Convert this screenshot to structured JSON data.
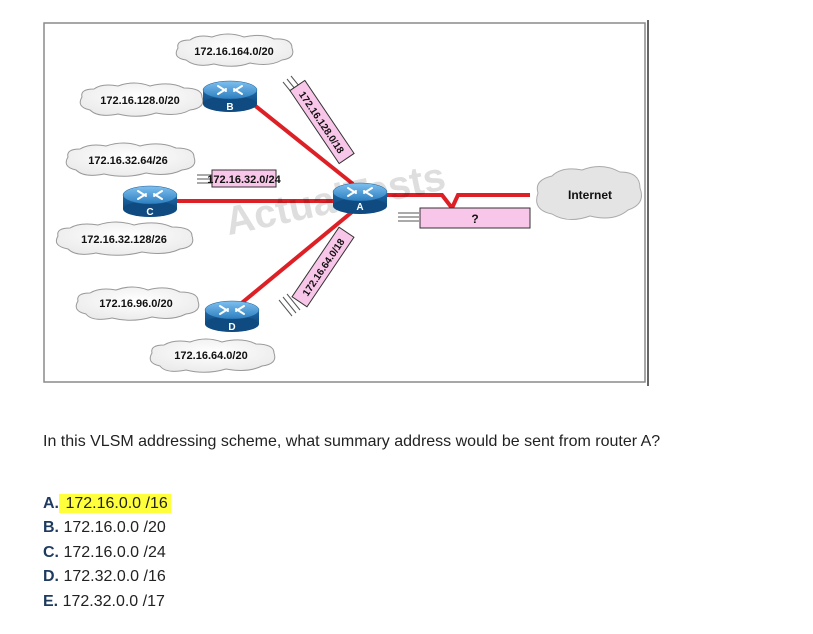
{
  "diagram": {
    "watermark": "ActualTests",
    "networks": {
      "b_top": "172.16.164.0/20",
      "b_left": "172.16.128.0/20",
      "c_top": "172.16.32.64/26",
      "c_bottom": "172.16.32.128/26",
      "d_left": "172.16.96.0/20",
      "d_bottom": "172.16.64.0/20"
    },
    "links": {
      "a_b": "172.16.128.0/18",
      "a_c": "172.16.32.0/24",
      "a_d": "172.16.64.0/18",
      "a_internet": "?"
    },
    "routers": {
      "a": "A",
      "b": "B",
      "c": "C",
      "d": "D"
    },
    "internet_label": "Internet"
  },
  "question": "In this VLSM addressing scheme, what summary address would be sent from router A?",
  "options": [
    {
      "letter": "A.",
      "text": "172.16.0.0 /16",
      "highlighted": true
    },
    {
      "letter": "B.",
      "text": "172.16.0.0 /20",
      "highlighted": false
    },
    {
      "letter": "C.",
      "text": "172.16.0.0 /24",
      "highlighted": false
    },
    {
      "letter": "D.",
      "text": "172.32.0.0 /16",
      "highlighted": false
    },
    {
      "letter": "E.",
      "text": "172.32.0.0 /17",
      "highlighted": false
    }
  ],
  "colors": {
    "link_line": "#dd1f26",
    "highlight": "#ffff3b",
    "router_blue": "#2d7fc1",
    "label_box": "#f8c6e8"
  }
}
